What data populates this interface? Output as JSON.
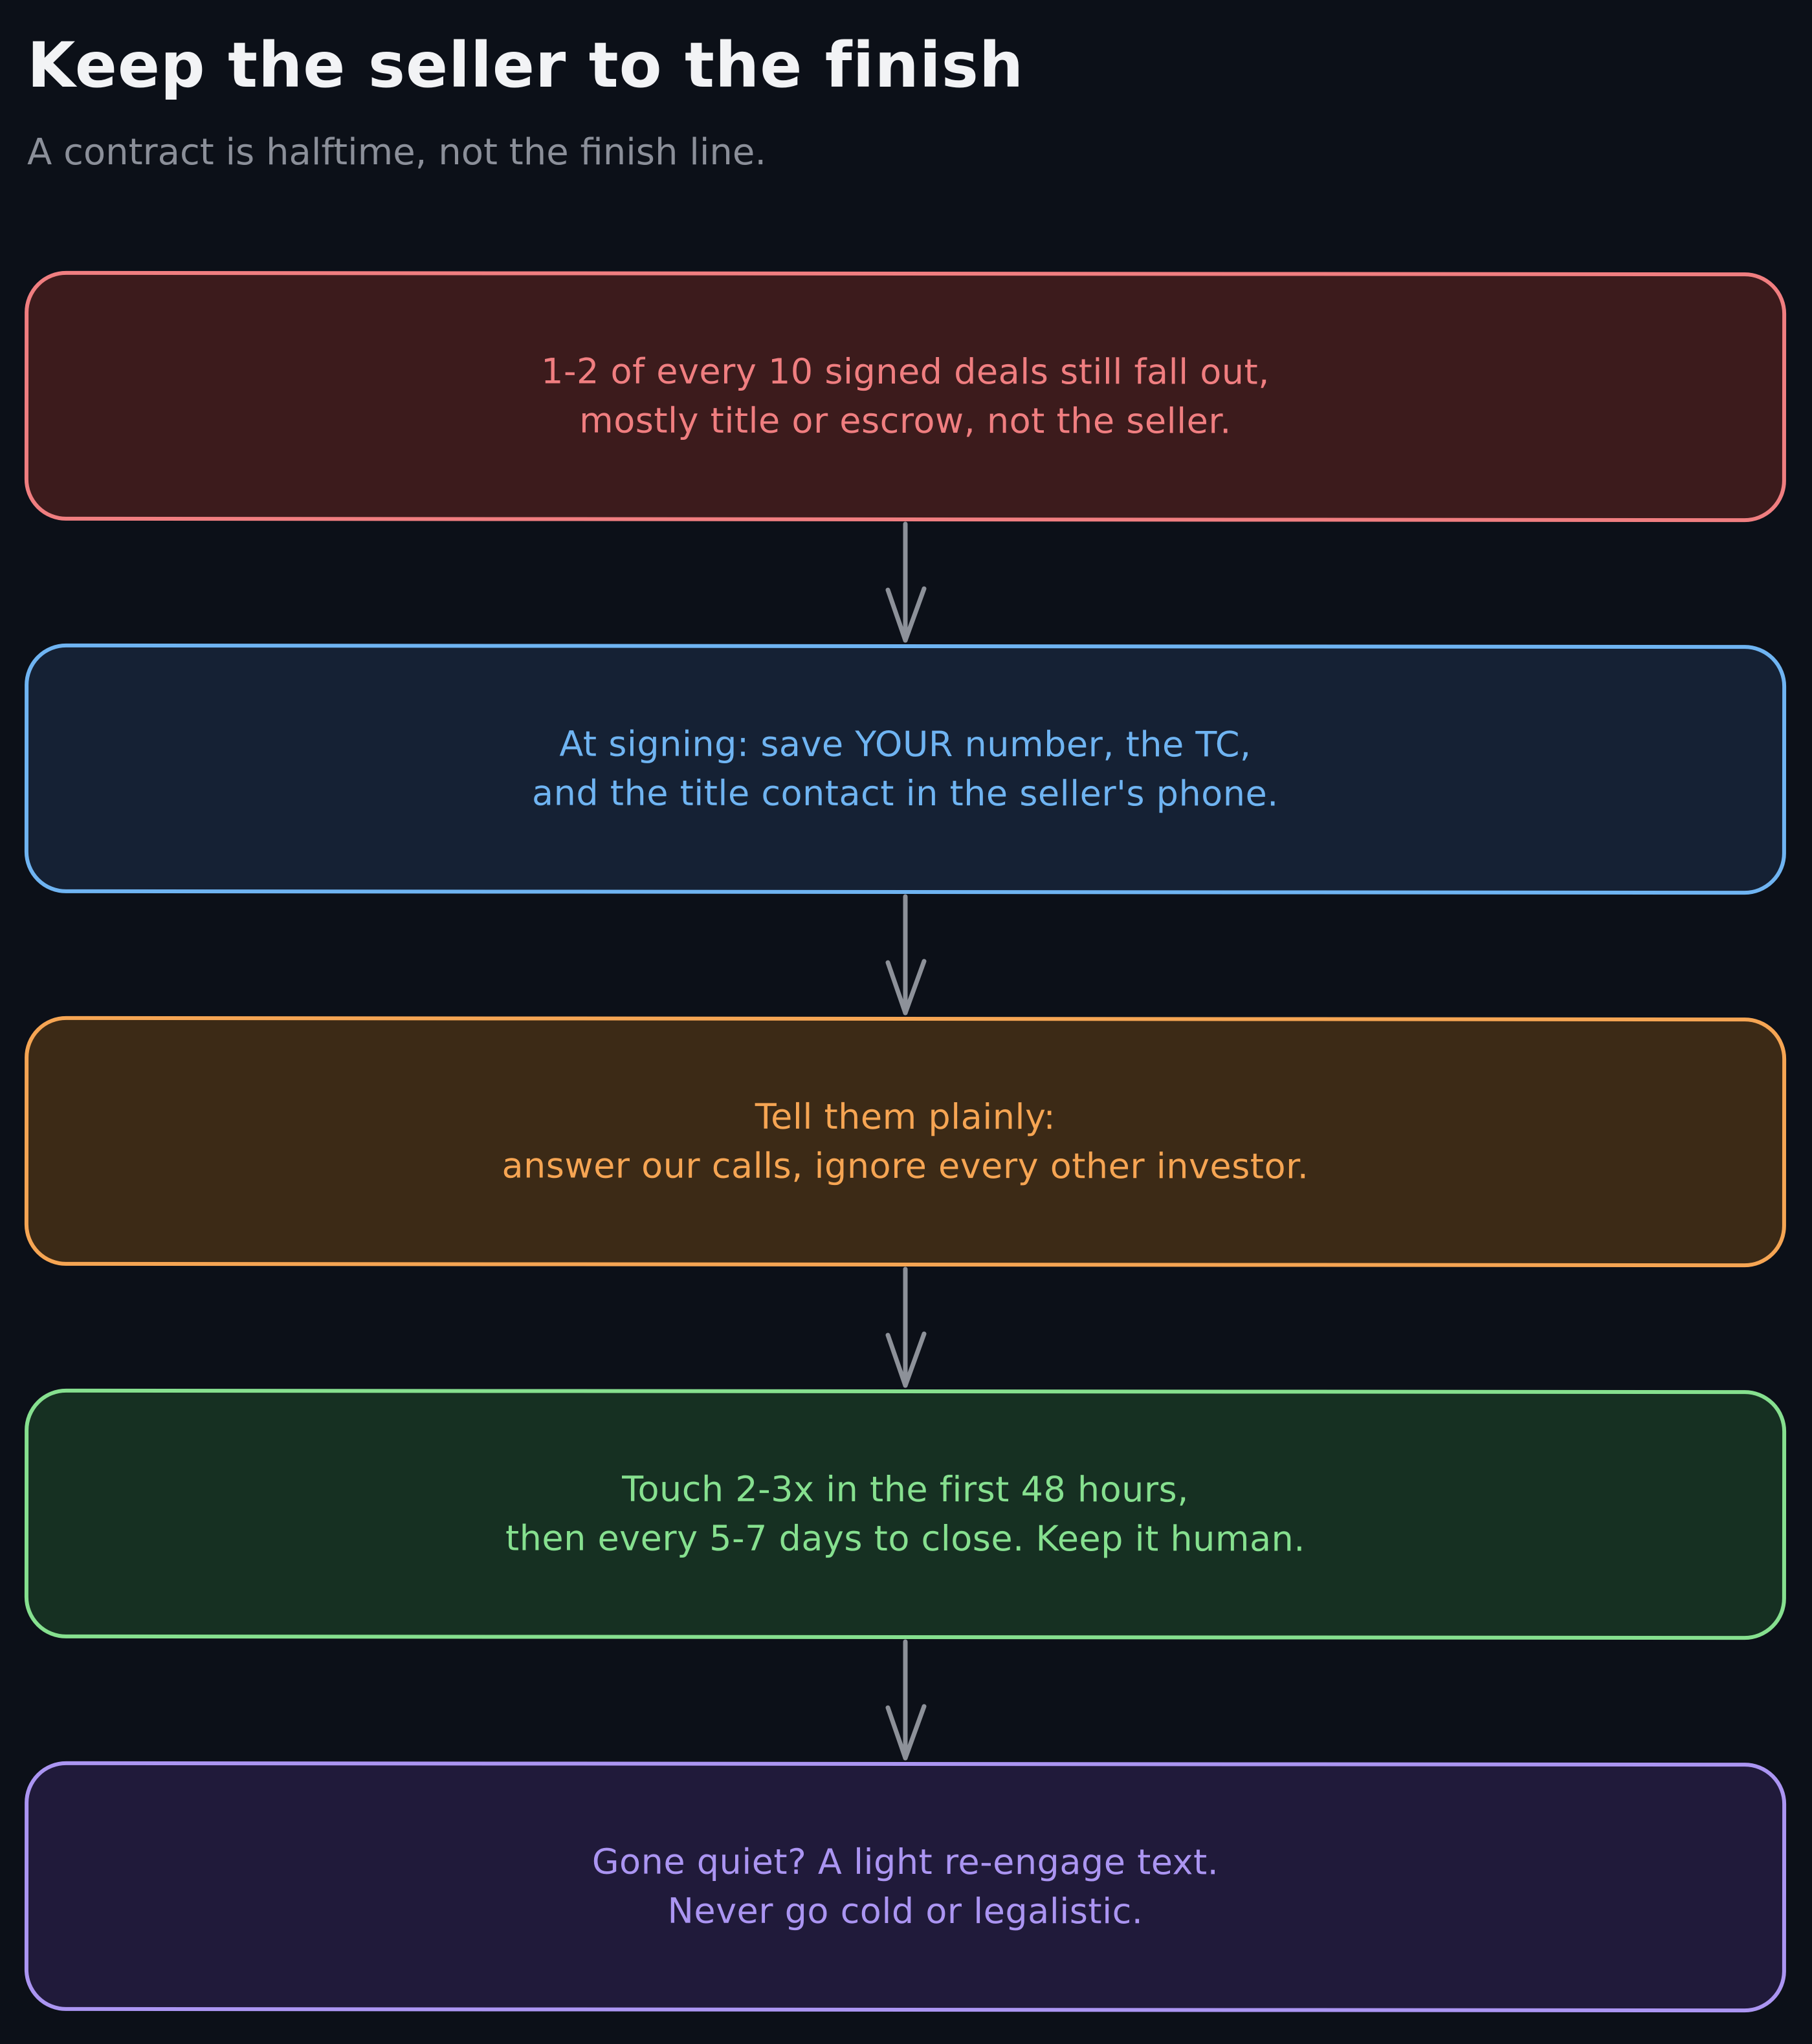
{
  "header": {
    "title": "Keep the seller to the finish",
    "subtitle": "A contract is halftime, not the finish line."
  },
  "steps": [
    {
      "line1": "1-2 of every 10 signed deals still fall out,",
      "line2": "mostly title or escrow, not the seller.",
      "color": "#f07e80"
    },
    {
      "line1": "At signing: save YOUR number, the TC,",
      "line2": "and the title contact in the seller's phone.",
      "color": "#6fb4f2"
    },
    {
      "line1": "Tell them plainly:",
      "line2": "answer our calls, ignore every other investor.",
      "color": "#f6a553"
    },
    {
      "line1": "Touch 2-3x in the first 48 hours,",
      "line2": "then every 5-7 days to close. Keep it human.",
      "color": "#86e08f"
    },
    {
      "line1": "Gone quiet? A light re-engage text.",
      "line2": "Never go cold or legalistic.",
      "color": "#ab95f2"
    }
  ],
  "connector_color": "#8d9199",
  "background_color": "#0c1018"
}
